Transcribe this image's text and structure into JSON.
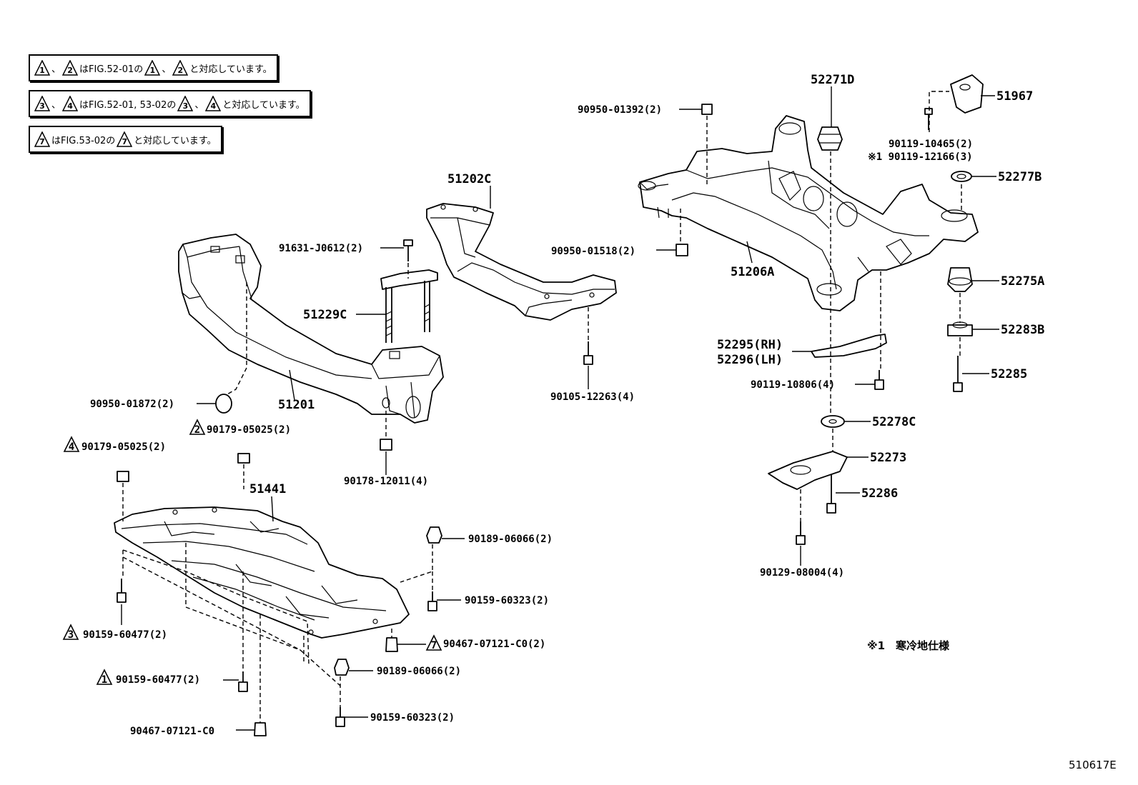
{
  "notes": [
    {
      "tri1": "1",
      "sep": "、",
      "tri2": "2",
      "text1": "はFIG.52-01の",
      "tri3": "1",
      "sep2": "、",
      "tri4": "2",
      "text2": "と対応しています。"
    },
    {
      "tri1": "3",
      "sep": "、",
      "tri2": "4",
      "text1": "はFIG.52-01, 53-02の",
      "tri3": "3",
      "sep2": "、",
      "tri4": "4",
      "text2": "と対応しています。"
    },
    {
      "tri1": "7",
      "text1": "はFIG.53-02の",
      "tri3": "7",
      "text2": "と対応しています。"
    }
  ],
  "parts": {
    "p52271D": "52271D",
    "p51967": "51967",
    "p90950_01392": "90950-01392(2)",
    "p90119_10465": "90119-10465(2)",
    "p90119_12166": "※1 90119-12166(3)",
    "p52277B": "52277B",
    "p51202C": "51202C",
    "p91631_J0612": "91631-J0612(2)",
    "p90950_01518": "90950-01518(2)",
    "p51206A": "51206A",
    "p52275A": "52275A",
    "p51229C": "51229C",
    "p52283B": "52283B",
    "p52295": "52295(RH)",
    "p52296": "52296(LH)",
    "p52285": "52285",
    "p90119_10806": "90119-10806(4)",
    "p90105_12263": "90105-12263(4)",
    "p90950_01872": "90950-01872(2)",
    "p51201": "51201",
    "p52278C": "52278C",
    "p90179_05025_a": "90179-05025(2)",
    "p90179_05025_b": "90179-05025(2)",
    "p52273": "52273",
    "p90178_12011": "90178-12011(4)",
    "p51441": "51441",
    "p52286": "52286",
    "p90189_06066_a": "90189-06066(2)",
    "p90129_08004": "90129-08004(4)",
    "p90159_60323_a": "90159-60323(2)",
    "p90159_60477_a": "90159-60477(2)",
    "p90467_07121_C0_a": "90467-07121-C0(2)",
    "p90189_06066_b": "90189-06066(2)",
    "p90159_60477_b": "90159-60477(2)",
    "p90159_60323_b": "90159-60323(2)",
    "p90467_07121_C0_b": "90467-07121-C0",
    "tri_4": "4",
    "tri_2": "2",
    "tri_3": "3",
    "tri_7": "7",
    "tri_1": "1"
  },
  "footnote": "※1　寒冷地仕様",
  "figure_code": "510617E"
}
